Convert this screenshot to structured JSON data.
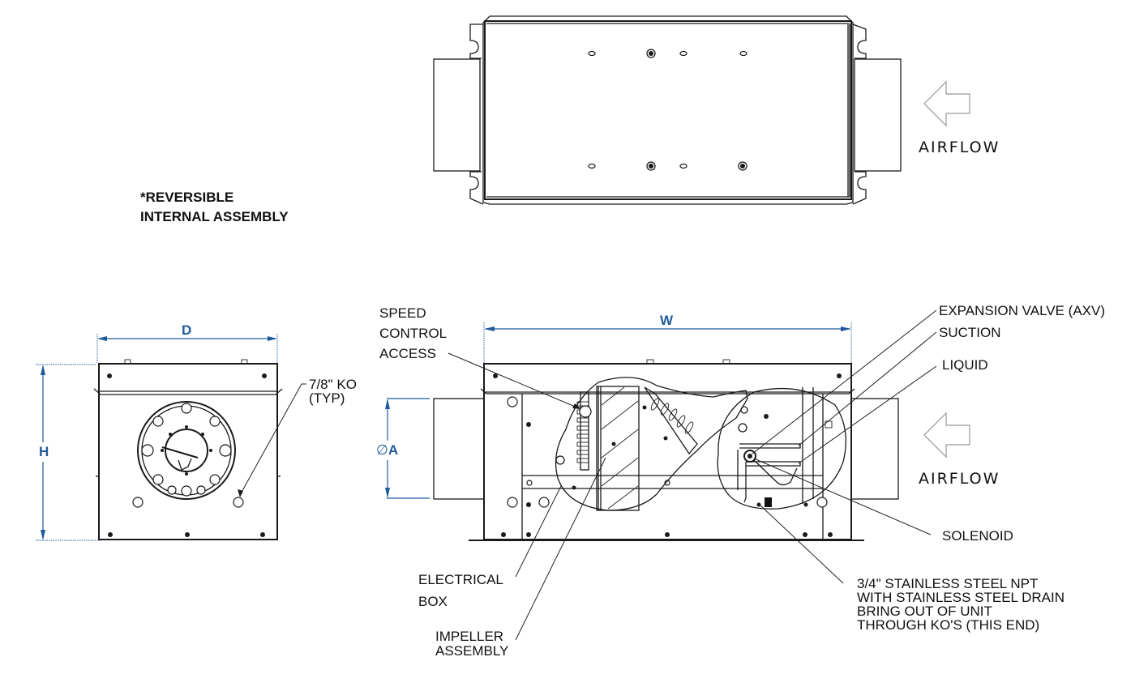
{
  "note": {
    "line1": "*REVERSIBLE",
    "line2": "INTERNAL ASSEMBLY"
  },
  "airflow": {
    "top_label": "AIRFLOW",
    "bottom_label": "AIRFLOW",
    "direction": "left"
  },
  "dimensions": {
    "depth": "D",
    "height": "H",
    "width": "W",
    "diameter_symbol": "∅",
    "diameter": "A"
  },
  "callouts": {
    "knockout": {
      "line1": "7/8\" KO",
      "line2": "(TYP)"
    },
    "speed_control": {
      "line1": "SPEED",
      "line2": "CONTROL",
      "line3": "ACCESS"
    },
    "expansion_valve": "EXPANSION VALVE (AXV)",
    "suction": "SUCTION",
    "liquid": "LIQUID",
    "solenoid": "SOLENOID",
    "electrical_box": {
      "line1": "ELECTRICAL",
      "line2": "BOX"
    },
    "impeller": {
      "line1": "IMPELLER",
      "line2": "ASSEMBLY"
    },
    "drain": {
      "line1": "3/4\" STAINLESS STEEL NPT",
      "line2": "WITH STAINLESS STEEL DRAIN",
      "line3": "BRING OUT OF UNIT",
      "line4": "THROUGH KO'S (THIS END)"
    }
  },
  "colors": {
    "dimension": "#1f5a9a",
    "line": "#1a1a1a",
    "background": "#ffffff"
  }
}
